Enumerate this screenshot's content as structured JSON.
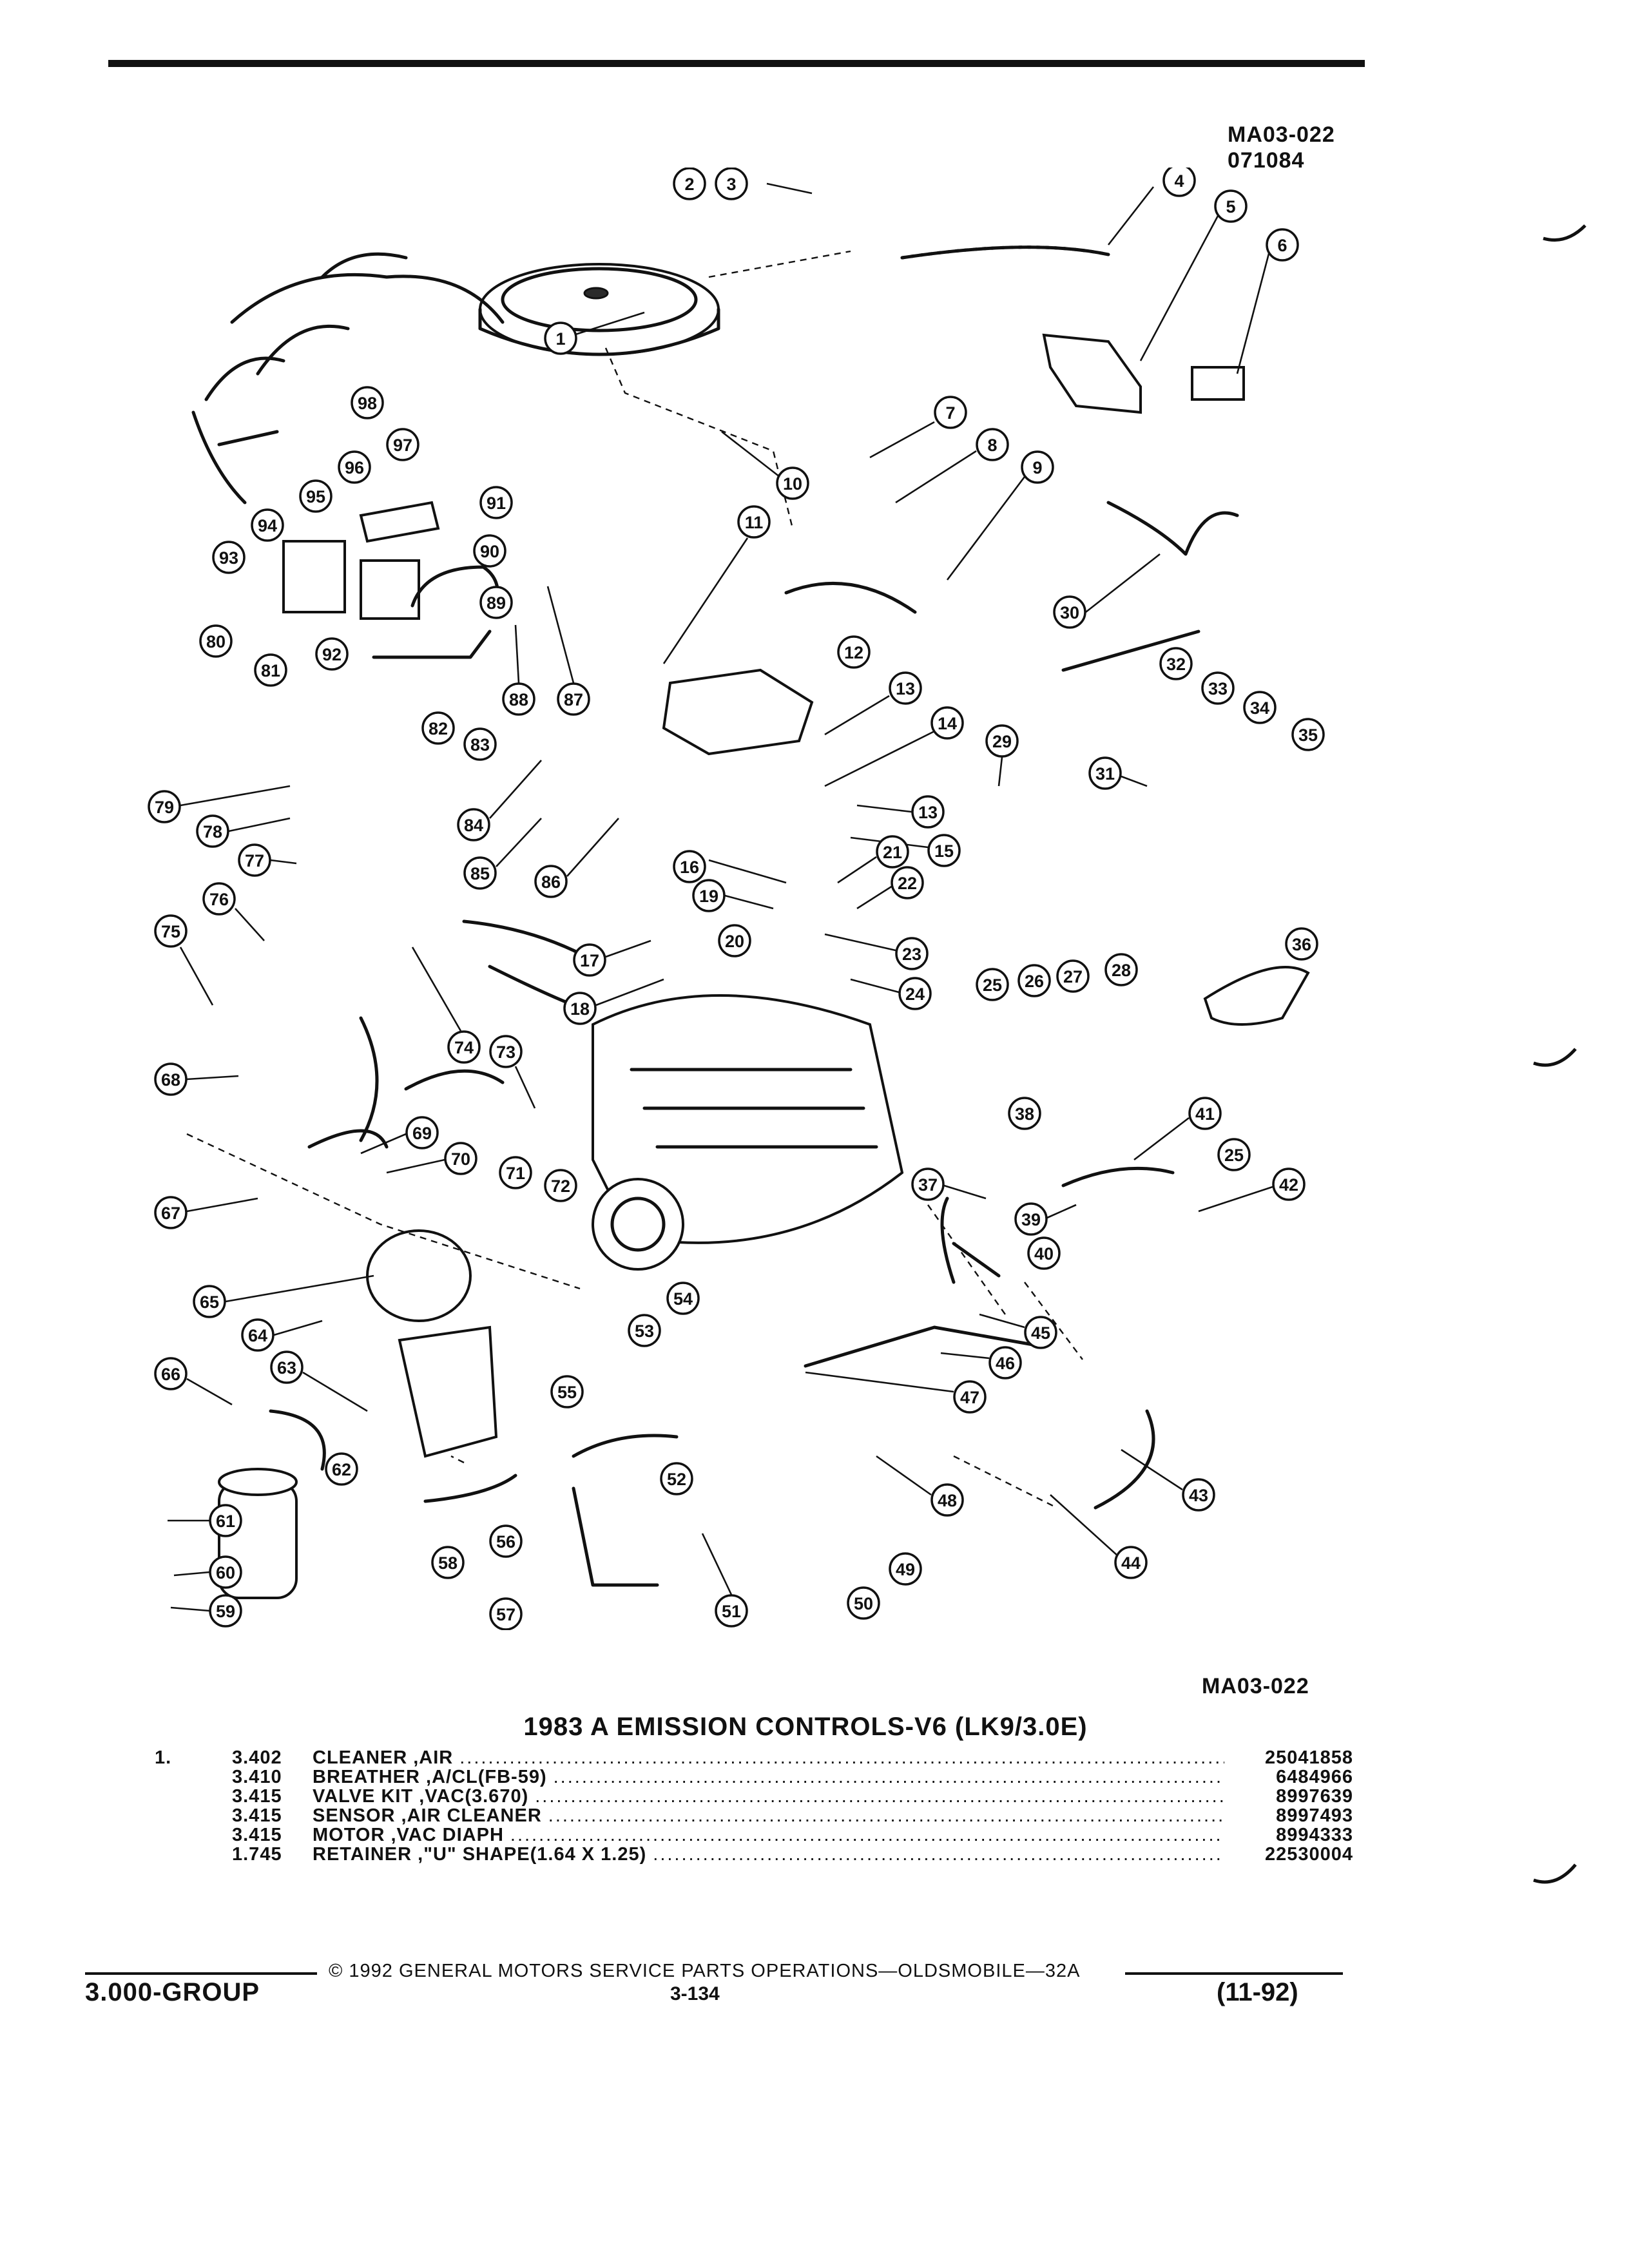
{
  "header": {
    "ref_id": "MA03-022",
    "ref_code": "071084"
  },
  "diagram": {
    "callouts": [
      "1",
      "2",
      "3",
      "4",
      "5",
      "6",
      "7",
      "8",
      "9",
      "10",
      "11",
      "12",
      "13",
      "14",
      "15",
      "16",
      "17",
      "18",
      "19",
      "20",
      "21",
      "22",
      "23",
      "24",
      "25",
      "26",
      "27",
      "28",
      "29",
      "30",
      "31",
      "32",
      "33",
      "34",
      "35",
      "36",
      "37",
      "38",
      "39",
      "40",
      "41",
      "42",
      "43",
      "44",
      "45",
      "46",
      "47",
      "48",
      "49",
      "50",
      "51",
      "52",
      "53",
      "54",
      "55",
      "56",
      "57",
      "58",
      "59",
      "60",
      "61",
      "62",
      "63",
      "64",
      "65",
      "66",
      "67",
      "68",
      "69",
      "70",
      "71",
      "72",
      "73",
      "74",
      "75",
      "76",
      "77",
      "78",
      "79",
      "80",
      "81",
      "82",
      "83",
      "84",
      "85",
      "86",
      "87",
      "88",
      "89",
      "90",
      "91",
      "92",
      "93",
      "94",
      "95",
      "96",
      "97",
      "98"
    ],
    "figure_id": "MA03-022"
  },
  "section": {
    "title": "1983 A EMISSION CONTROLS-V6 (LK9/3.0E)"
  },
  "parts": [
    {
      "item": "1.",
      "group": "3.402",
      "description": "CLEANER ,AIR",
      "part_number": "25041858"
    },
    {
      "item": "",
      "group": "3.410",
      "description": "BREATHER ,A/CL(FB-59)",
      "part_number": "6484966"
    },
    {
      "item": "",
      "group": "3.415",
      "description": "VALVE KIT ,VAC(3.670)",
      "part_number": "8997639"
    },
    {
      "item": "",
      "group": "3.415",
      "description": "SENSOR ,AIR CLEANER",
      "part_number": "8997493"
    },
    {
      "item": "",
      "group": "3.415",
      "description": "MOTOR ,VAC DIAPH",
      "part_number": "8994333"
    },
    {
      "item": "",
      "group": "1.745",
      "description": "RETAINER ,\"U\" SHAPE(1.64 X 1.25)",
      "part_number": "22530004"
    }
  ],
  "footer": {
    "copyright": "© 1992 GENERAL MOTORS SERVICE PARTS OPERATIONS—OLDSMOBILE—32A",
    "group": "3.000-GROUP",
    "page": "3-134",
    "date": "(11-92)"
  }
}
